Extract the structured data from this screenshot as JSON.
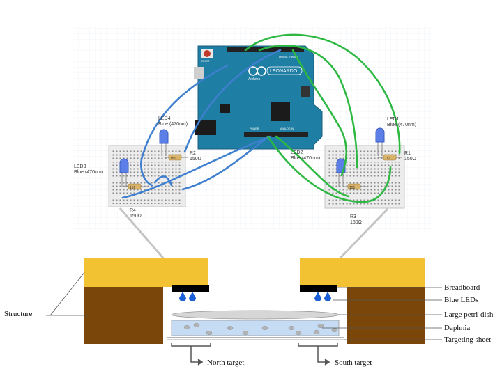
{
  "circuit": {
    "board": {
      "brand": "Arduino",
      "model": "LEONARDO",
      "reset": "RESET",
      "power": "POWER",
      "analog": "ANALOG IN",
      "digital": "DIGITAL (PWM~)"
    },
    "led1": {
      "name": "LED1",
      "spec": "Blue (470nm)"
    },
    "led2": {
      "name": "LED2",
      "spec": "Blue (470nm)"
    },
    "led3": {
      "name": "LED3",
      "spec": "Blue (470nm)"
    },
    "led4": {
      "name": "LED4",
      "spec": "Blue (470nm)"
    },
    "r1": {
      "name": "R1",
      "value": "150Ω"
    },
    "r2": {
      "name": "R2",
      "value": "150Ω"
    },
    "r3": {
      "name": "R3",
      "value": "150Ω"
    },
    "r4": {
      "name": "R4",
      "value": "150Ω"
    },
    "resistor_code": "151"
  },
  "setup": {
    "labels": {
      "structure": "Structure",
      "breadboard": "Breadboard",
      "blue_leds": "Blue LEDs",
      "petri_dish": "Large petri-dish",
      "daphnia": "Daphnia",
      "targeting_sheet": "Targeting sheet",
      "north_target": "North target",
      "south_target": "South target"
    }
  },
  "colors": {
    "wire_blue": "#3f7fcf",
    "wire_green": "#2db842",
    "arduino": "#1f7ea3",
    "structure_top": "#f2c232",
    "structure_body": "#7a4609",
    "led_blue": "#1a5fd6",
    "water": "#c6dcf5",
    "dish_rim": "#d6d6d6"
  }
}
